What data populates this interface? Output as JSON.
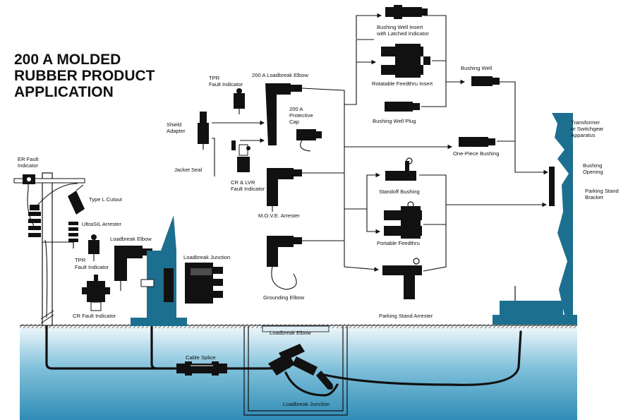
{
  "title": {
    "line1": "200 A MOLDED",
    "line2": "RUBBER PRODUCT",
    "line3": "APPLICATION"
  },
  "labels": {
    "er_fault_indicator": [
      "ER Fault",
      "Indicator"
    ],
    "type_l_cutout": "Type L Cutout",
    "ultrasil_arrester": "UltraSIL Arrester",
    "loadbreak_elbow_pole": "Loadbreak Elbow",
    "tpr_fault_indicator_pole": [
      "TPR",
      "Fault Indicator"
    ],
    "cr_fault_indicator": "CR Fault Indicator",
    "loadbreak_junction_top": "Loadbreak Junction",
    "tpr_fault_indicator_top": [
      "TPR",
      "Fault Indicator"
    ],
    "loadbreak_elbow_200a": "200 A Loadbreak Elbow",
    "shield_adapter": [
      "Shield",
      "Adapter"
    ],
    "jacket_seal": "Jacket Seal",
    "protective_cap": [
      "200 A",
      "Protective",
      "Cap"
    ],
    "cr_lvr_fault_indicator": [
      "CR & LVR",
      "Fault Indicator"
    ],
    "move_arrester": "M.O.V.E. Arrester",
    "grounding_elbow": "Grounding Elbow",
    "bushing_well_insert_latched": [
      "Bushing Well Insert",
      "with Latched Indicator"
    ],
    "rotatable_feedthru_insert": "Rotatable Feedthru Insert",
    "bushing_well_plug": "Bushing Well Plug",
    "bushing_well": "Bushing Well",
    "one_piece_bushing": "One-Piece Bushing",
    "standoff_bushing": "Standoff Bushing",
    "portable_feedthru": "Portable Feedthru",
    "parking_stand_arrester": "Parking Stand Arrester",
    "transformer": [
      "Transformer",
      "or Switchgear",
      "Apparatus"
    ],
    "bushing_opening": [
      "Bushing",
      "Opening"
    ],
    "parking_stand_bracket": [
      "Parking Stand",
      "Bracket"
    ],
    "cable_splice": "Cable Splice",
    "loadbreak_elbow_vault": "Loadbreak Elbow",
    "loadbreak_junction_vault": "Loadbreak Junction"
  },
  "colors": {
    "ground": "#1d6f8f",
    "ink": "#111111",
    "background": "#ffffff"
  }
}
